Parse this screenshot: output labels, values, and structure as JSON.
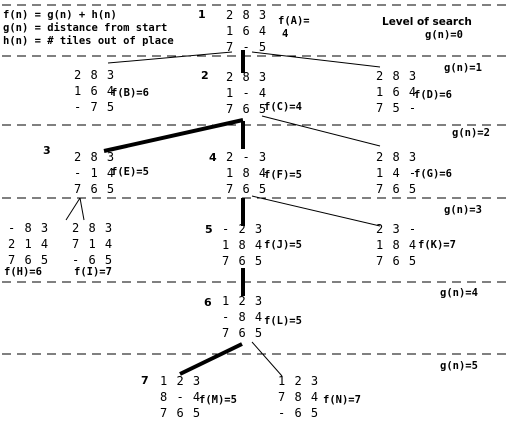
{
  "legend": {
    "line1": "f(n) = g(n) + h(n)",
    "line2": "g(n) = distance from start",
    "line3": "h(n) = # tiles out of place"
  },
  "header": {
    "level_title": "Level of search",
    "g0": "g(n)=0"
  },
  "levels": {
    "g1": "g(n)=1",
    "g2": "g(n)=2",
    "g3": "g(n)=3",
    "g4": "g(n)=4",
    "g5": "g(n)=5"
  },
  "nodes": {
    "A": {
      "step": "1",
      "rows": [
        "2 8 3",
        "1 6 4",
        "7 - 5"
      ],
      "f": "f(A)=",
      "f2": "4"
    },
    "B": {
      "rows": [
        "2 8 3",
        "1 6 4",
        "- 7 5"
      ],
      "f": "f(B)=6"
    },
    "C": {
      "step": "2",
      "rows": [
        "2 8 3",
        "1 - 4",
        "7 6 5"
      ],
      "f": "f(C)=4"
    },
    "D": {
      "rows": [
        "2 8 3",
        "1 6 4",
        "7 5 -"
      ],
      "f": "f(D)=6"
    },
    "E": {
      "step": "3",
      "rows": [
        "2 8 3",
        "- 1 4",
        "7 6 5"
      ],
      "f": "f(E)=5"
    },
    "F": {
      "step": "4",
      "rows": [
        "2 - 3",
        "1 8 4",
        "7 6 5"
      ],
      "f": "f(F)=5"
    },
    "G": {
      "rows": [
        "2 8 3",
        "1 4 -",
        "7 6 5"
      ],
      "f": "f(G)=6"
    },
    "H": {
      "rows": [
        "- 8 3",
        "2 1 4",
        "7 6 5"
      ],
      "f": "f(H)=6"
    },
    "I": {
      "rows": [
        "2 8 3",
        "7 1 4",
        "- 6 5"
      ],
      "f": "f(I)=7"
    },
    "J": {
      "step": "5",
      "rows": [
        "- 2 3",
        "1 8 4",
        "7 6 5"
      ],
      "f": "f(J)=5"
    },
    "K": {
      "rows": [
        "2 3 -",
        "1 8 4",
        "7 6 5"
      ],
      "f": "f(K)=7"
    },
    "L": {
      "step": "6",
      "rows": [
        "1 2 3",
        "- 8 4",
        "7 6 5"
      ],
      "f": "f(L)=5"
    },
    "M": {
      "step": "7",
      "rows": [
        "1 2 3",
        "8 - 4",
        "7 6 5"
      ],
      "f": "f(M)=5"
    },
    "N": {
      "rows": [
        "1 2 3",
        "7 8 4",
        "- 6 5"
      ],
      "f": "f(N)=7"
    }
  }
}
